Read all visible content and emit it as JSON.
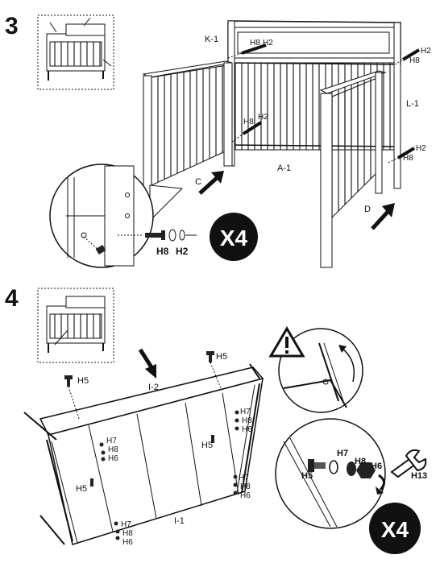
{
  "step3": {
    "number": "3",
    "labels": {
      "k1": "K-1",
      "a1": "A-1",
      "l1": "L-1",
      "c": "C",
      "d": "D",
      "h8_top": "H8",
      "h2_top": "H2",
      "h8_left": "H8",
      "h2_left": "H2",
      "h2_right_top": "H2",
      "h8_right_top": "H8",
      "h2_right_bottom": "H2",
      "h8_right_bottom": "H8",
      "h8_zoom": "H8",
      "h2_zoom": "H2"
    },
    "multiplier": "X4"
  },
  "step4": {
    "number": "4",
    "labels": {
      "i1": "I-1",
      "i2": "I-2",
      "h5_left_top": "H5",
      "h5_top_right": "H5",
      "h5_mid": "H5",
      "h5_left_lower": "H5",
      "h7_a": "H7",
      "h8_a": "H8",
      "h6_a": "H6",
      "h7_b": "H7",
      "h8_b": "H8",
      "h6_b": "H6",
      "h7_c": "H7",
      "h8_c": "H8",
      "h6_c": "H6",
      "h7_d": "H7",
      "h8_d": "H8",
      "h6_d": "H6",
      "zoom_h5": "H5",
      "zoom_h7": "H7",
      "zoom_h8": "H8",
      "zoom_h6": "H6",
      "zoom_h13": "H13"
    },
    "multiplier": "X4"
  }
}
